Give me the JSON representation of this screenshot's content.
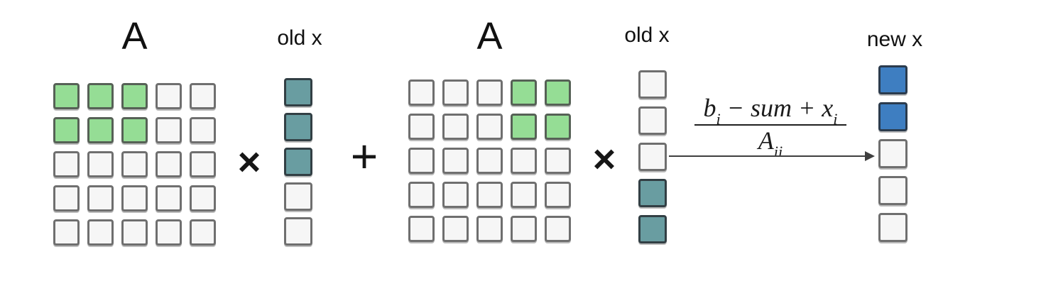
{
  "labels": {
    "matrix_left": "A",
    "matrix_right": "A",
    "vector_old_left": "old x",
    "vector_old_right": "old x",
    "vector_new": "new x"
  },
  "operators": {
    "times_left": "×",
    "plus": "+",
    "times_right": "×"
  },
  "formula": {
    "numerator_parts": [
      {
        "base": "b",
        "sub": "i"
      },
      {
        "base": " − sum + "
      },
      {
        "base": "x",
        "sub": "i"
      }
    ],
    "denominator_parts": [
      {
        "base": "A",
        "sub": "ii"
      }
    ]
  },
  "cell_styles": {
    "empty": {
      "fill": "#f6f6f6",
      "border": "#6f6f6f"
    },
    "green": {
      "fill": "#95dd95",
      "border": "#566156"
    },
    "teal": {
      "fill": "#699da1",
      "border": "#323f44"
    },
    "blue": {
      "fill": "#3e7ec1",
      "border": "#2b3b4d"
    }
  },
  "grids": {
    "matrix_left": {
      "cells": [
        [
          "green",
          "green",
          "green",
          "empty",
          "empty"
        ],
        [
          "green",
          "green",
          "green",
          "empty",
          "empty"
        ],
        [
          "empty",
          "empty",
          "empty",
          "empty",
          "empty"
        ],
        [
          "empty",
          "empty",
          "empty",
          "empty",
          "empty"
        ],
        [
          "empty",
          "empty",
          "empty",
          "empty",
          "empty"
        ]
      ]
    },
    "vector_old_left": {
      "cells": [
        [
          "teal"
        ],
        [
          "teal"
        ],
        [
          "teal"
        ],
        [
          "empty"
        ],
        [
          "empty"
        ]
      ]
    },
    "matrix_right": {
      "cells": [
        [
          "empty",
          "empty",
          "empty",
          "green",
          "green"
        ],
        [
          "empty",
          "empty",
          "empty",
          "green",
          "green"
        ],
        [
          "empty",
          "empty",
          "empty",
          "empty",
          "empty"
        ],
        [
          "empty",
          "empty",
          "empty",
          "empty",
          "empty"
        ],
        [
          "empty",
          "empty",
          "empty",
          "empty",
          "empty"
        ]
      ]
    },
    "vector_old_right": {
      "cells": [
        [
          "empty"
        ],
        [
          "empty"
        ],
        [
          "empty"
        ],
        [
          "teal"
        ],
        [
          "teal"
        ]
      ]
    },
    "vector_new": {
      "cells": [
        [
          "blue"
        ],
        [
          "blue"
        ],
        [
          "empty"
        ],
        [
          "empty"
        ],
        [
          "empty"
        ]
      ]
    }
  }
}
